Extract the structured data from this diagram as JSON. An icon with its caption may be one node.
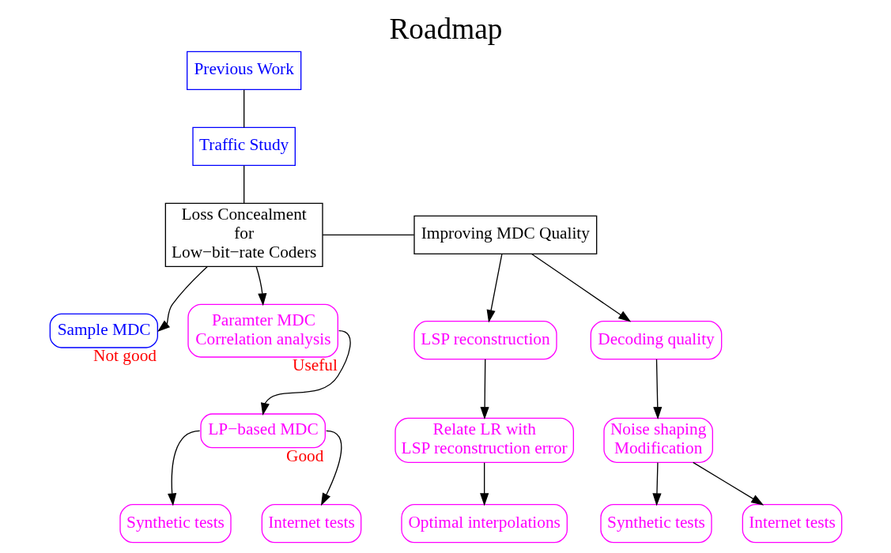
{
  "diagram": {
    "title": "Roadmap",
    "nodes": [
      {
        "text": [
          "Previous Work"
        ]
      },
      {
        "text": [
          "Traffic Study"
        ]
      },
      {
        "text": [
          "Loss Concealment for Low−bit−rate Coders"
        ]
      },
      {
        "text": [
          "Improving MDC Quality"
        ]
      },
      {
        "text": [
          "Sample MDC"
        ],
        "beside": [
          "Not good"
        ]
      },
      {
        "text": [
          "Paramter MDC Correlation analysis"
        ],
        "beside": [
          "Useful"
        ]
      },
      {
        "text": [
          "LP−based MDC"
        ],
        "beside": [
          "Good"
        ]
      },
      {
        "text": [
          "Synthetic tests"
        ]
      },
      {
        "text": [
          "Internet tests"
        ]
      },
      {
        "text": [
          "LSP reconstruction"
        ]
      },
      {
        "text": [
          "Relate LR with LSP reconstruction error"
        ]
      },
      {
        "text": [
          "Optimal interpolations"
        ]
      },
      {
        "text": [
          "Decoding quality"
        ]
      },
      {
        "text": [
          "Noise shaping Modification"
        ]
      },
      {
        "text": [
          "Synthetic tests"
        ]
      },
      {
        "text": [
          "Internet tests"
        ]
      }
    ],
    "edges": [
      {
        "from": 0,
        "to": 1,
        "arrow": "none"
      },
      {
        "from": 1,
        "to": 2,
        "arrow": "none"
      },
      {
        "from": 2,
        "to": 3,
        "arrow": "none"
      },
      {
        "from": 2,
        "to": 4,
        "arrow": "to"
      },
      {
        "from": 2,
        "to": 5,
        "arrow": "to"
      },
      {
        "from": 5,
        "to": 6,
        "arrow": "to"
      },
      {
        "from": 6,
        "to": 7,
        "arrow": "to"
      },
      {
        "from": 6,
        "to": 8,
        "arrow": "to"
      },
      {
        "from": 3,
        "to": 9,
        "arrow": "to"
      },
      {
        "from": 3,
        "to": 12,
        "arrow": "to"
      },
      {
        "from": 9,
        "to": 10,
        "arrow": "to"
      },
      {
        "from": 10,
        "to": 11,
        "arrow": "to"
      },
      {
        "from": 12,
        "to": 13,
        "arrow": "to"
      },
      {
        "from": 13,
        "to": 14,
        "arrow": "to"
      },
      {
        "from": 13,
        "to": 15,
        "arrow": "to"
      }
    ]
  }
}
